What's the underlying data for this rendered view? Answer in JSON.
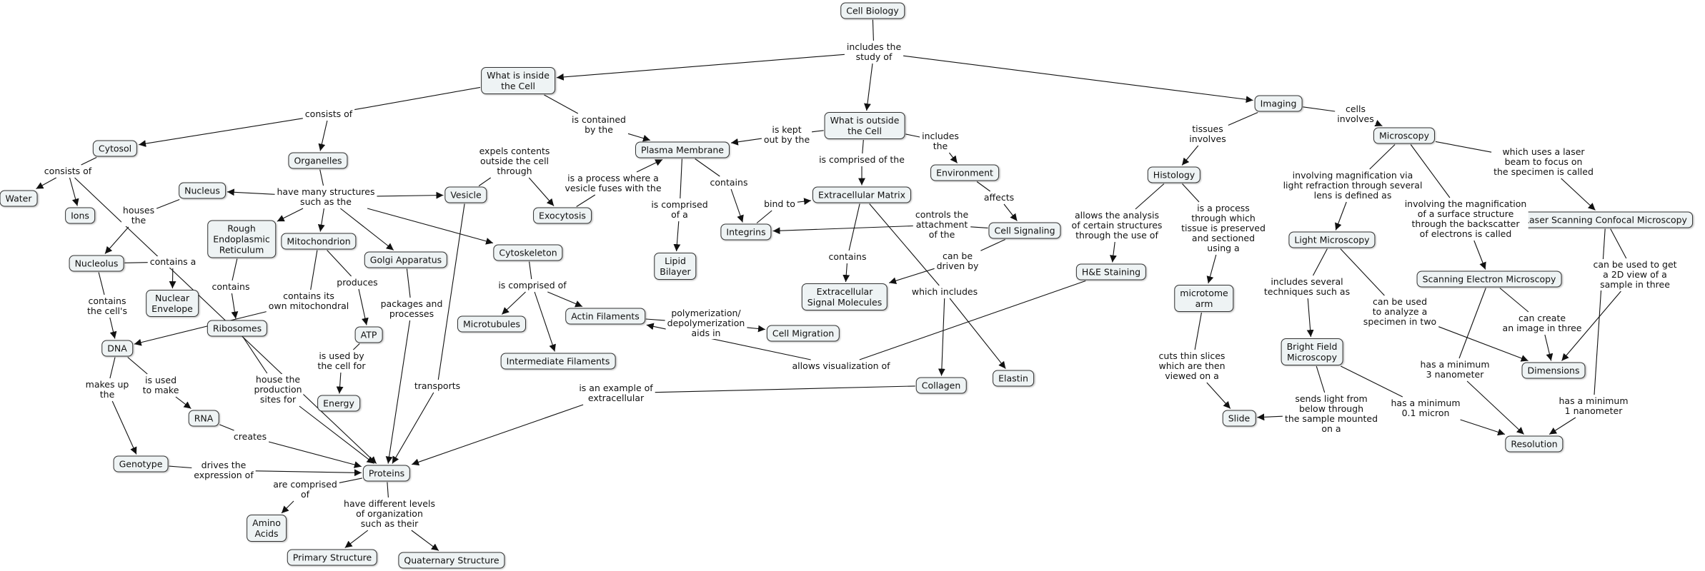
{
  "concept_map": {
    "nodes": [
      {
        "id": "cell_biology",
        "text": "Cell Biology"
      },
      {
        "id": "inside",
        "text": "What is inside\nthe Cell"
      },
      {
        "id": "outside",
        "text": "What is outside\nthe Cell"
      },
      {
        "id": "imaging",
        "text": "Imaging"
      },
      {
        "id": "cytosol",
        "text": "Cytosol"
      },
      {
        "id": "water",
        "text": "Water"
      },
      {
        "id": "ions",
        "text": "Ions"
      },
      {
        "id": "organelles",
        "text": "Organelles"
      },
      {
        "id": "nucleus",
        "text": "Nucleus"
      },
      {
        "id": "nucleolus",
        "text": "Nucleolus"
      },
      {
        "id": "nuclear_envelope",
        "text": "Nuclear\nEnvelope"
      },
      {
        "id": "rough_er",
        "text": "Rough\nEndoplasmic\nReticulum"
      },
      {
        "id": "ribosomes",
        "text": "Ribosomes"
      },
      {
        "id": "mitochondrion",
        "text": "Mitochondrion"
      },
      {
        "id": "atp",
        "text": "ATP"
      },
      {
        "id": "energy",
        "text": "Energy"
      },
      {
        "id": "golgi",
        "text": "Golgi Apparatus"
      },
      {
        "id": "vesicle",
        "text": "Vesicle"
      },
      {
        "id": "exocytosis",
        "text": "Exocytosis"
      },
      {
        "id": "cytoskeleton",
        "text": "Cytoskeleton"
      },
      {
        "id": "microtubules",
        "text": "Microtubules"
      },
      {
        "id": "actin",
        "text": "Actin Filaments"
      },
      {
        "id": "intermediate",
        "text": "Intermediate Filaments"
      },
      {
        "id": "cell_migration",
        "text": "Cell Migration"
      },
      {
        "id": "dna",
        "text": "DNA"
      },
      {
        "id": "rna",
        "text": "RNA"
      },
      {
        "id": "genotype",
        "text": "Genotype"
      },
      {
        "id": "proteins",
        "text": "Proteins"
      },
      {
        "id": "amino_acids",
        "text": "Amino\nAcids"
      },
      {
        "id": "primary",
        "text": "Primary Structure"
      },
      {
        "id": "quaternary",
        "text": "Quaternary Structure"
      },
      {
        "id": "plasma_membrane",
        "text": "Plasma Membrane"
      },
      {
        "id": "lipid_bilayer",
        "text": "Lipid\nBilayer"
      },
      {
        "id": "integrins",
        "text": "Integrins"
      },
      {
        "id": "ecm",
        "text": "Extracellular Matrix"
      },
      {
        "id": "ecsm",
        "text": "Extracellular\nSignal Molecules"
      },
      {
        "id": "environment",
        "text": "Environment"
      },
      {
        "id": "cell_signaling",
        "text": "Cell Signaling"
      },
      {
        "id": "collagen",
        "text": "Collagen"
      },
      {
        "id": "elastin",
        "text": "Elastin"
      },
      {
        "id": "histology",
        "text": "Histology"
      },
      {
        "id": "he_staining",
        "text": "H&E Staining"
      },
      {
        "id": "microtome",
        "text": "microtome\narm"
      },
      {
        "id": "slide",
        "text": "Slide"
      },
      {
        "id": "microscopy",
        "text": "Microscopy"
      },
      {
        "id": "light_microscopy",
        "text": "Light Microscopy"
      },
      {
        "id": "bright_field",
        "text": "Bright Field\nMicroscopy"
      },
      {
        "id": "sem",
        "text": "Scanning Electron Microscopy"
      },
      {
        "id": "lscm",
        "text": "Laser Scanning Confocal Microscopy"
      },
      {
        "id": "dimensions",
        "text": "Dimensions"
      },
      {
        "id": "resolution",
        "text": "Resolution"
      }
    ],
    "links": [
      {
        "text": "includes the\nstudy of"
      },
      {
        "text": "consists of"
      },
      {
        "text": "is contained\nby the"
      },
      {
        "text": "consists of"
      },
      {
        "text": "have many structures\nsuch as the"
      },
      {
        "text": "houses\nthe"
      },
      {
        "text": "contains a"
      },
      {
        "text": "contains\nthe cell's"
      },
      {
        "text": "contains"
      },
      {
        "text": "house the\nproduction\nsites for"
      },
      {
        "text": "produces"
      },
      {
        "text": "is used by\nthe cell for"
      },
      {
        "text": "contains its\nown mitochondral"
      },
      {
        "text": "packages and\nprocesses"
      },
      {
        "text": "transports"
      },
      {
        "text": "expels contents\noutside the cell\nthrough"
      },
      {
        "text": "is a process where a\nvesicle fuses with the"
      },
      {
        "text": "is comprised of"
      },
      {
        "text": "polymerization/\ndepolymerization\naids in"
      },
      {
        "text": "makes up\nthe"
      },
      {
        "text": "is used\nto make"
      },
      {
        "text": "creates"
      },
      {
        "text": "drives the\nexpression of"
      },
      {
        "text": "are comprised\nof"
      },
      {
        "text": "have different levels\nof organization\nsuch as their"
      },
      {
        "text": "is kept\nout by the"
      },
      {
        "text": "is comprised\nof a"
      },
      {
        "text": "contains"
      },
      {
        "text": "is comprised of the"
      },
      {
        "text": "bind to"
      },
      {
        "text": "contains"
      },
      {
        "text": "which includes"
      },
      {
        "text": "includes\nthe"
      },
      {
        "text": "affects"
      },
      {
        "text": "controls the\nattachment\nof the"
      },
      {
        "text": "can be\ndriven by"
      },
      {
        "text": "is an example of\nextracellular"
      },
      {
        "text": "allows visualization of"
      },
      {
        "text": "tissues\ninvolves"
      },
      {
        "text": "allows the analysis\nof certain structures\nthrough the use of"
      },
      {
        "text": "is a process\nthrough which\ntissue is preserved\nand sectioned\nusing a"
      },
      {
        "text": "cuts thin slices\nwhich are then\nviewed on a"
      },
      {
        "text": "cells\ninvolves"
      },
      {
        "text": "involving magnification via\nlight refraction through several\nlens is defined as"
      },
      {
        "text": "includes several\ntechniques such as"
      },
      {
        "text": "sends light from\nbelow through\nthe sample mounted\non a"
      },
      {
        "text": "has a minimum\n0.1 micron"
      },
      {
        "text": "can be used\nto analyze a\nspecimen in two"
      },
      {
        "text": "involving the magnification\nof a surface structure\nthrough the backscatter\nof electrons is called"
      },
      {
        "text": "has a minimum\n3 nanometer"
      },
      {
        "text": "can create\nan image in three"
      },
      {
        "text": "which uses a laser\nbeam to focus on\nthe specimen is called"
      },
      {
        "text": "can be used to get\na 2D view of a\nsample in three"
      },
      {
        "text": "has a minimum\n1 nanometer"
      }
    ]
  }
}
